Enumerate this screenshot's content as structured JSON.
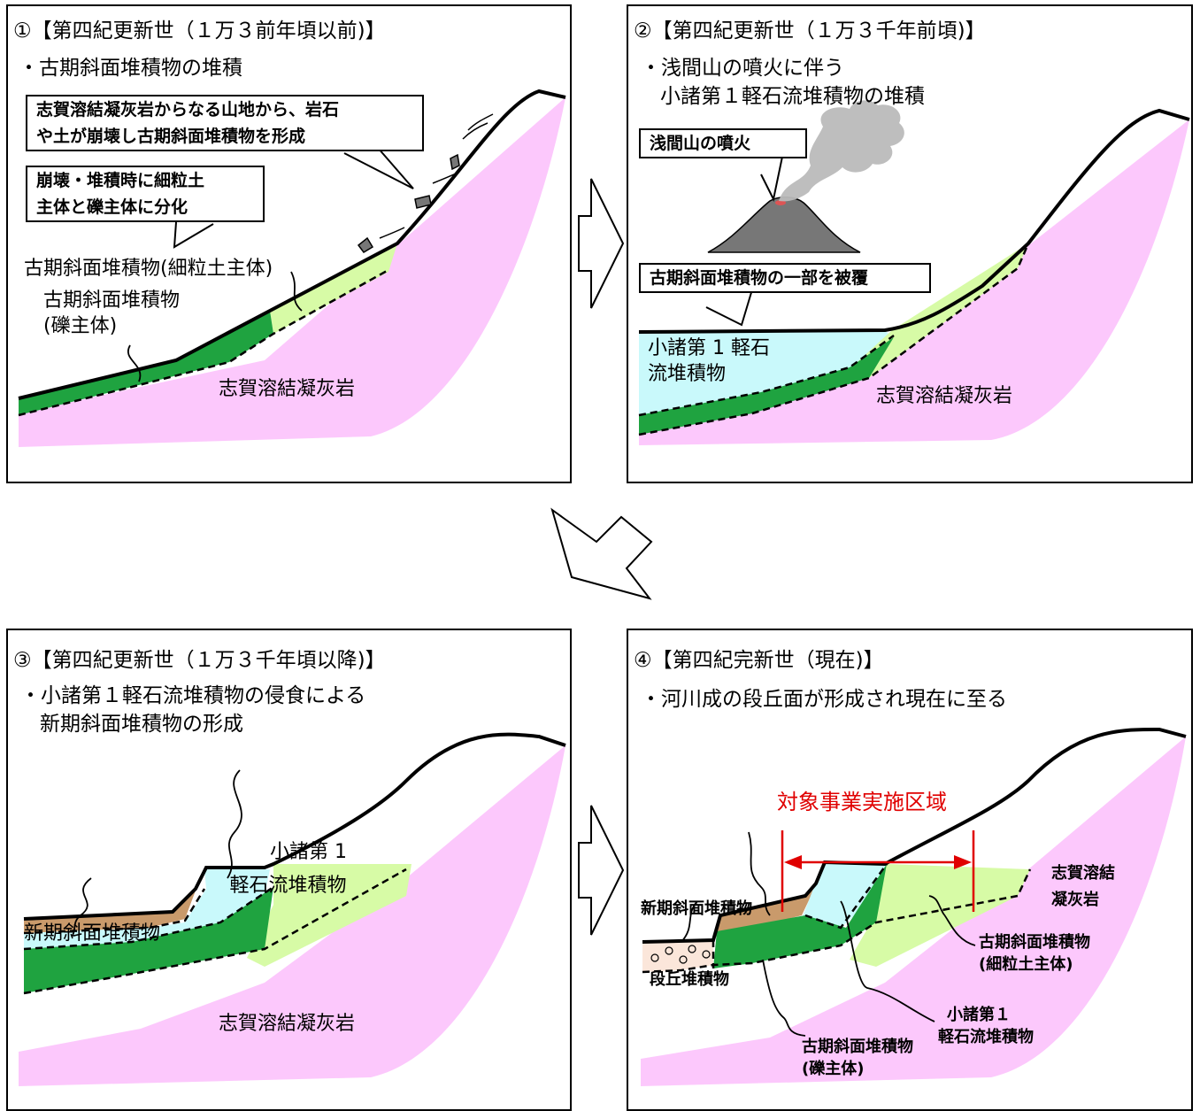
{
  "panel1": {
    "title": "①【第四紀更新世（１万３前年頃以前)】",
    "subtitle": "・古期斜面堆積物の堆積",
    "callout1_line1": "志賀溶結凝灰岩からなる山地から、岩石",
    "callout1_line2": "や土が崩壊し古期斜面堆積物を形成",
    "callout2_line1": "崩壊・堆積時に細粒土",
    "callout2_line2": "主体と礫主体に分化",
    "label_fine": "古期斜面堆積物(細粒土主体)",
    "label_gravel_line1": "古期斜面堆積物",
    "label_gravel_line2": "(礫主体)",
    "label_rock": "志賀溶結凝灰岩"
  },
  "panel2": {
    "title": "②【第四紀更新世（１万３千年前頃)】",
    "subtitle_line1": "・浅間山の噴火に伴う",
    "subtitle_line2": "小諸第１軽石流堆積物の堆積",
    "callout_eruption": "浅間山の噴火",
    "callout_cover": "古期斜面堆積物の一部を被覆",
    "label_pumice_line1": "小諸第 1 軽石",
    "label_pumice_line2": "流堆積物",
    "label_rock": "志賀溶結凝灰岩"
  },
  "panel3": {
    "title": "③【第四紀更新世（１万３千年頃以降)】",
    "subtitle_line1": "・小諸第１軽石流堆積物の侵食による",
    "subtitle_line2": "新期斜面堆積物の形成",
    "label_pumice_line1": "小諸第 1",
    "label_pumice_line2": "軽石流堆積物",
    "label_new": "新期斜面堆積物",
    "label_rock": "志賀溶結凝灰岩"
  },
  "panel4": {
    "title": "④【第四紀完新世（現在)】",
    "subtitle": "・河川成の段丘面が形成され現在に至る",
    "project_area": "対象事業実施区域",
    "label_rock_line1": "志賀溶結",
    "label_rock_line2": "凝灰岩",
    "label_new": "新期斜面堆積物",
    "label_terrace": "段丘堆積物",
    "label_fine_line1": "古期斜面堆積物",
    "label_fine_line2": "(細粒土主体)",
    "label_pumice_line1": "小諸第１",
    "label_pumice_line2": "軽石流堆積物",
    "label_gravel_line1": "古期斜面堆積物",
    "label_gravel_line2": "(礫主体)"
  },
  "colors": {
    "tuff": "#fcc8fc",
    "fine": "#d7fba6",
    "gravel": "#1fa340",
    "pumice": "#c9f9fb",
    "new_slope": "#c99a6b",
    "terrace": "#fbe6da",
    "accent_red": "#e00000"
  }
}
